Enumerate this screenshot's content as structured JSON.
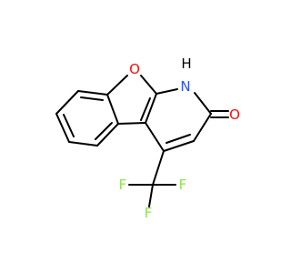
{
  "molecule": {
    "atoms": {
      "o_ring": {
        "text": "O",
        "color": "#ff0d0d"
      },
      "n_h": {
        "text": "N",
        "color": "#3050f8"
      },
      "h_on_n": {
        "text": "H",
        "color": "#000000"
      },
      "o_carbonyl": {
        "text": "O",
        "color": "#ff0d0d"
      },
      "f1": {
        "text": "F",
        "color": "#90e050"
      },
      "f2": {
        "text": "F",
        "color": "#90e050"
      },
      "f3": {
        "text": "F",
        "color": "#90e050"
      }
    }
  }
}
